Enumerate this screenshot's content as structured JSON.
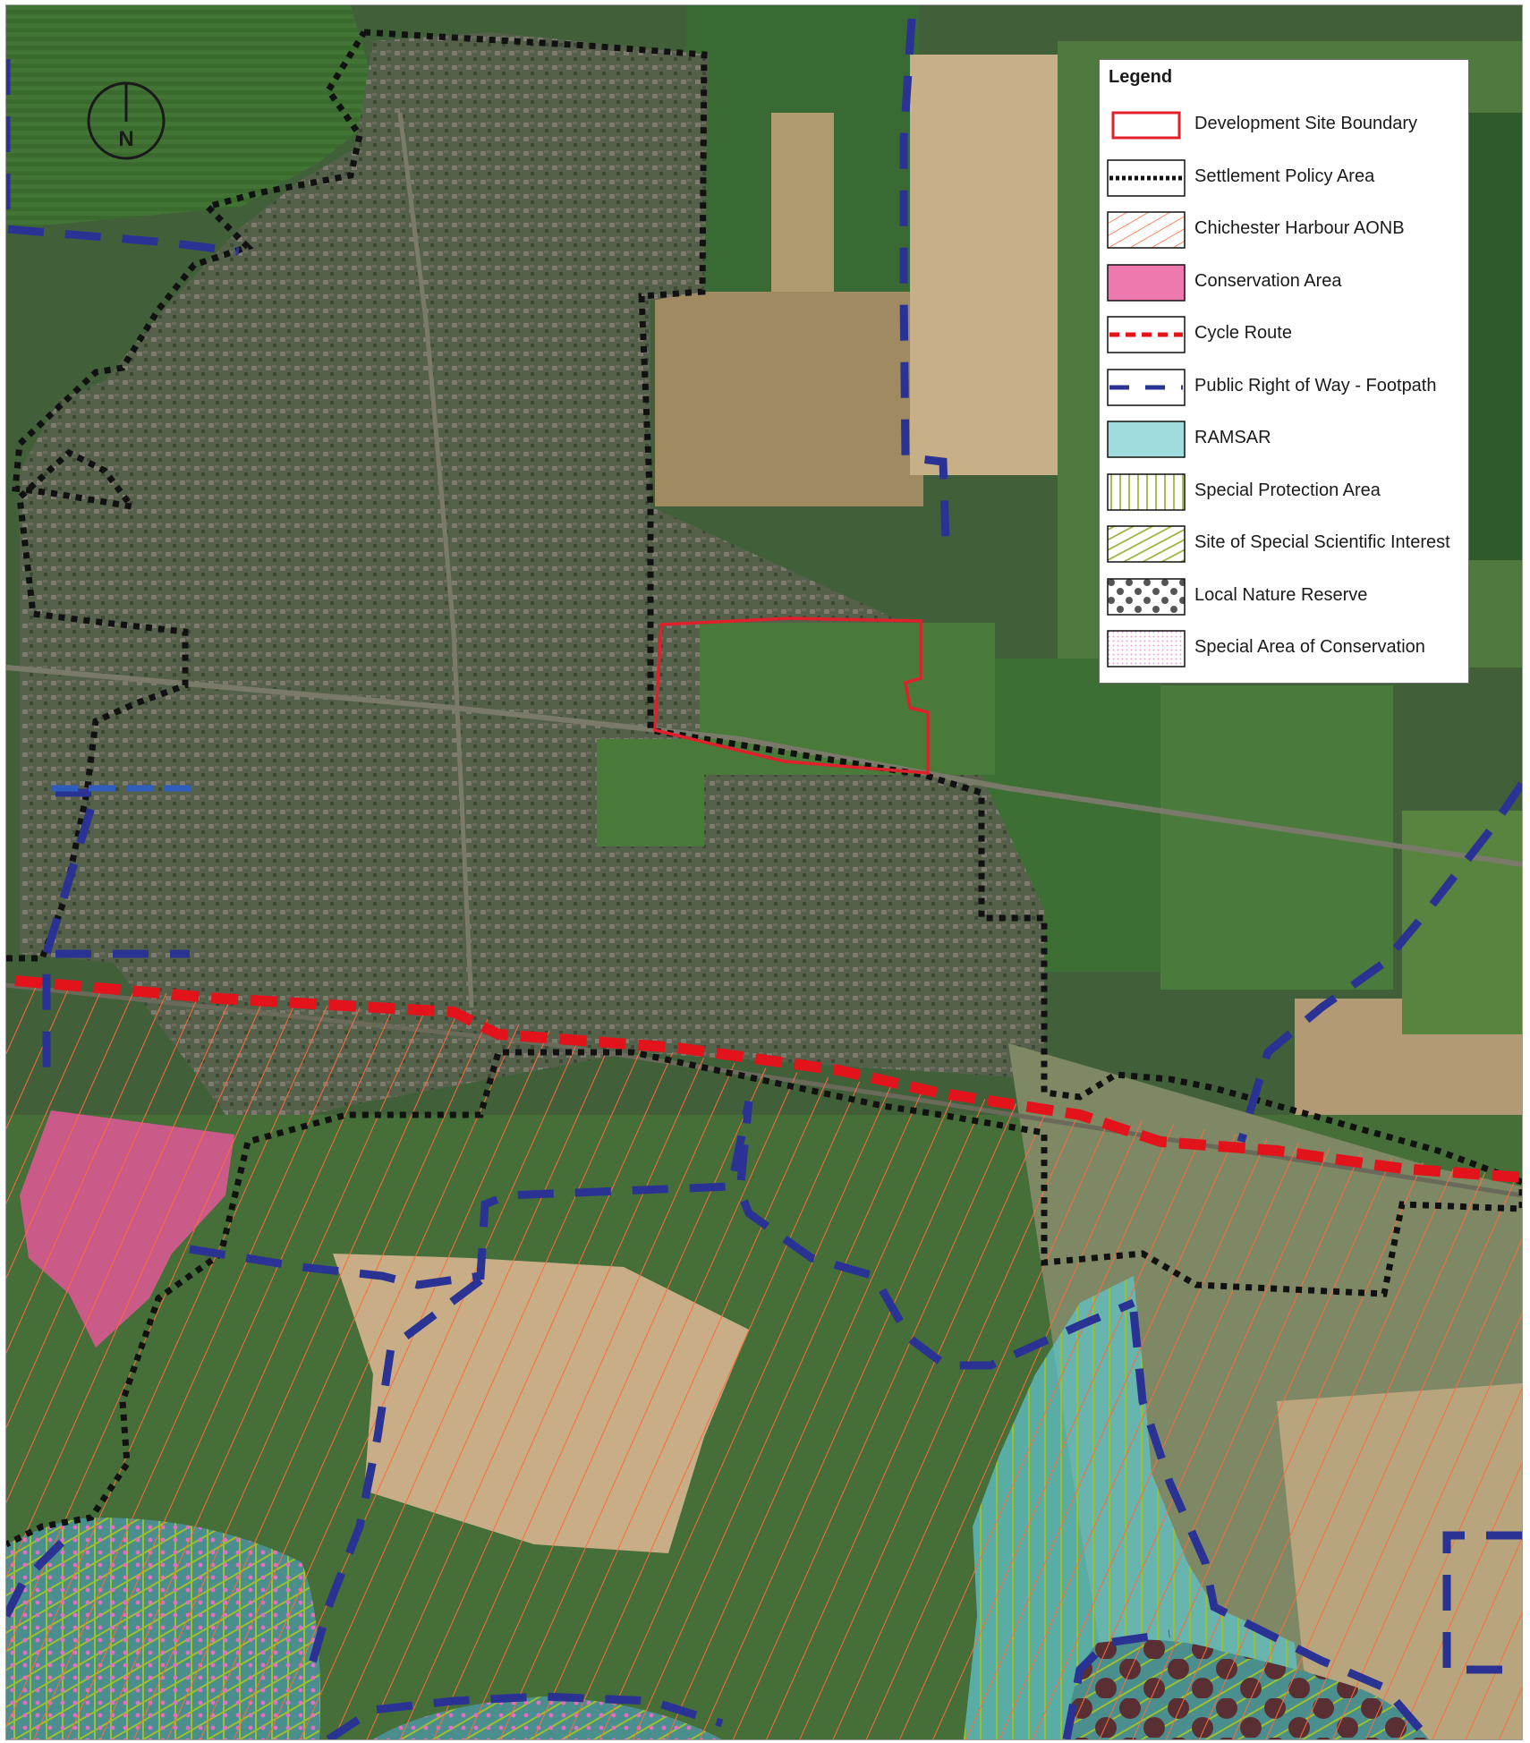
{
  "map": {
    "north_arrow_label": "N",
    "colors": {
      "development_site": "#e0202a",
      "settlement_policy": "#111111",
      "aonb_hatch": "#ff6a3a",
      "conservation": "#e8579a",
      "cycle_route": "#e3131b",
      "footpath": "#2a3393",
      "ramsar": "#60c3c8",
      "special_protection": "#8fae2a",
      "sssi": "#8fae2a",
      "local_nature_reserve": "#555555",
      "special_area_conservation": "#f2a0d8"
    }
  },
  "legend": {
    "title": "Legend",
    "items": [
      {
        "label": "Development Site Boundary",
        "icon": "development-site-boundary-swatch"
      },
      {
        "label": "Settlement Policy Area",
        "icon": "settlement-policy-area-swatch"
      },
      {
        "label": "Chichester Harbour AONB",
        "icon": "aonb-hatch-swatch"
      },
      {
        "label": "Conservation Area",
        "icon": "conservation-area-swatch"
      },
      {
        "label": "Cycle Route",
        "icon": "cycle-route-swatch"
      },
      {
        "label": "Public Right of Way - Footpath",
        "icon": "footpath-swatch"
      },
      {
        "label": "RAMSAR",
        "icon": "ramsar-swatch"
      },
      {
        "label": "Special Protection Area",
        "icon": "special-protection-area-swatch"
      },
      {
        "label": "Site of Special Scientific Interest",
        "icon": "sssi-swatch"
      },
      {
        "label": "Local Nature Reserve",
        "icon": "local-nature-reserve-swatch"
      },
      {
        "label": "Special Area of Conservation",
        "icon": "special-area-of-conservation-swatch"
      }
    ]
  }
}
